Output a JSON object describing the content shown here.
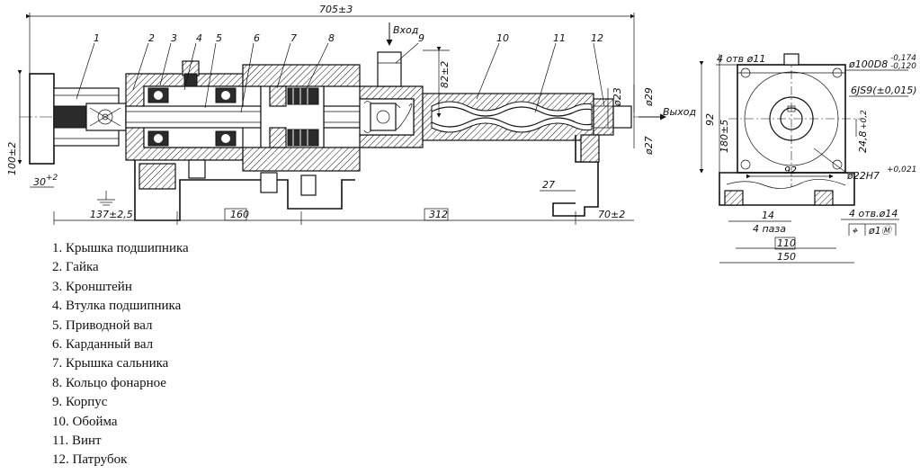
{
  "drawing": {
    "dims": {
      "overall_length": "705±3",
      "inlet": "Вход",
      "outlet": "Выход",
      "height_82": "82±2",
      "d23": "ø23",
      "d29": "ø29",
      "d27": "ø27",
      "h100": "100±2",
      "d30": "30",
      "d30_tol": "+2",
      "l137": "137±2,5",
      "l160": "160",
      "l312": "312",
      "l27": "27",
      "l70": "70±2",
      "holes_d11": "4 отв ø11",
      "flange_d100": "ø100D8",
      "flange_d100_tol_top": "-0,174",
      "flange_d100_tol_bot": "-0,120",
      "key_6js9": "6JS9(±0,015)",
      "h92_side": "92",
      "h180": "180±5",
      "h24_8": "24,8",
      "h24_8_tol": "+0,2",
      "d22h7": "ø22H7",
      "d22h7_tol": "+0,021",
      "w92": "92",
      "w14": "14",
      "slots": "4 паза",
      "w110": "110",
      "w150": "150",
      "holes_d14": "4 отв.ø14",
      "tolerance_frame_pos": "⌖",
      "tolerance_frame_val": "ø1Ⓜ"
    },
    "callouts": [
      "1",
      "2",
      "3",
      "4",
      "5",
      "6",
      "7",
      "8",
      "9",
      "10",
      "11",
      "12"
    ]
  },
  "legend": [
    "1. Крышка подшипника",
    "2. Гайка",
    "3. Кронштейн",
    "4. Втулка подшипника",
    "5. Приводной вал",
    "6. Карданный вал",
    "7. Крышка сальника",
    "8. Кольцо фонарное",
    "9. Корпус",
    "10. Обойма",
    "11. Винт",
    "12. Патрубок"
  ]
}
